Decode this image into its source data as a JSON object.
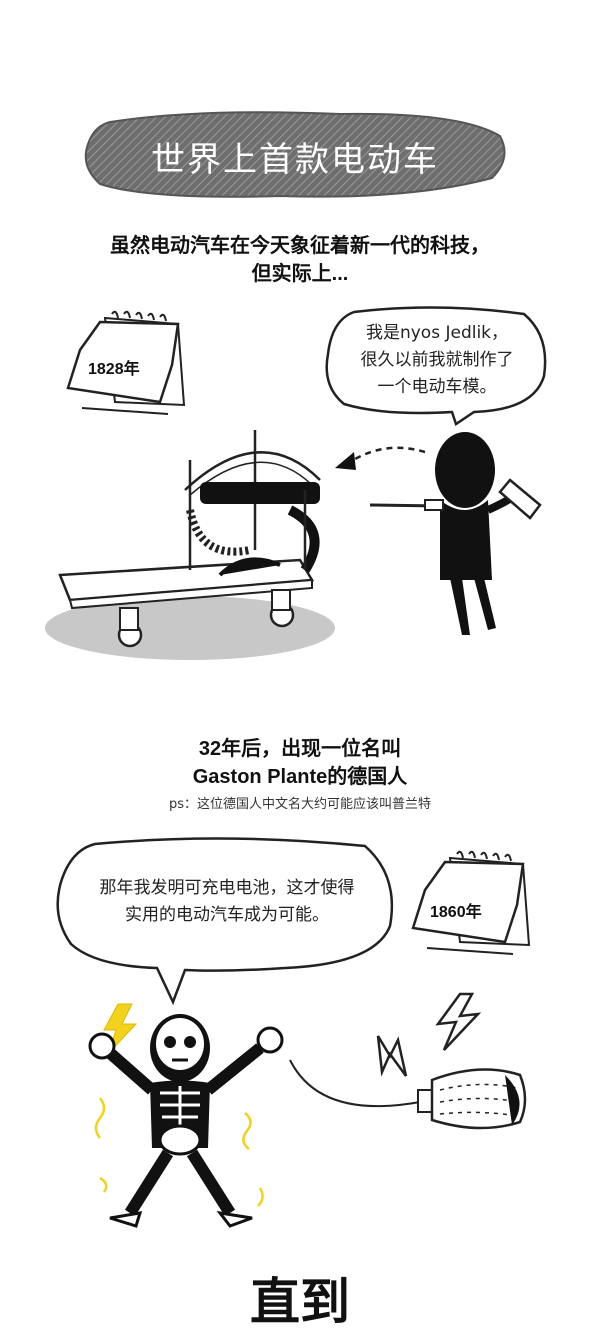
{
  "title": "世界上首款电动车",
  "section1": {
    "headline_line1": "虽然电动汽车在今天象征着新一代的科技，",
    "headline_line2": "但实际上...",
    "calendar_year": "1828年",
    "speech_line1": "我是nyos Jedlik，",
    "speech_line2": "很久以前我就制作了",
    "speech_line3": "一个电动车模。"
  },
  "section2": {
    "headline_line1": "32年后，出现一位名叫",
    "headline_line2": "Gaston Plante的德国人",
    "note": "ps：这位德国人中文名大约可能应该叫普兰特",
    "speech_line1": "那年我发明可充电电池，这才使得",
    "speech_line2": "实用的电动汽车成为可能。",
    "calendar_year": "1860年"
  },
  "footer_text": "直到",
  "colors": {
    "banner": "#6e6e6e",
    "shadow": "#c8c8c8",
    "spark": "#f2d21b",
    "ink": "#111111"
  }
}
